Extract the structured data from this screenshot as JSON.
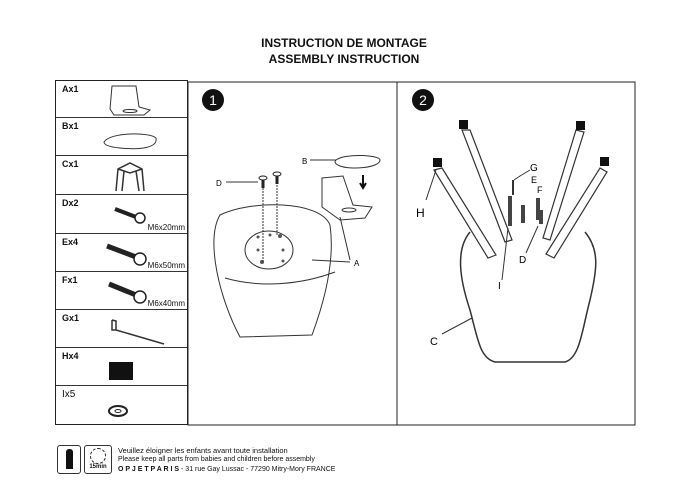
{
  "header": {
    "title_fr": "INSTRUCTION DE MONTAGE",
    "title_en": "ASSEMBLY INSTRUCTION"
  },
  "parts": [
    {
      "label": "Ax1",
      "size": ""
    },
    {
      "label": "Bx1",
      "size": ""
    },
    {
      "label": "Cx1",
      "size": ""
    },
    {
      "label": "Dx2",
      "size": "M6x20mm"
    },
    {
      "label": "Ex4",
      "size": "M6x50mm"
    },
    {
      "label": "Fx1",
      "size": "M6x40mm"
    },
    {
      "label": "Gx1",
      "size": ""
    },
    {
      "label": "Hx4",
      "size": ""
    },
    {
      "label": "Ix5",
      "size": ""
    }
  ],
  "step1": {
    "number": "1",
    "labels": {
      "a": "A",
      "b": "B",
      "d": "D"
    }
  },
  "step2": {
    "number": "2",
    "labels": {
      "c": "C",
      "d": "D",
      "e": "E",
      "f": "F",
      "g": "G",
      "h": "H",
      "i": "I"
    }
  },
  "footer": {
    "time": "15min",
    "line_fr": "Veuillez éloigner les enfants avant toute installation",
    "line_en": "Please keep all parts from babies and children before assembly",
    "brand": "O P J E T  P A R I S",
    "address": " - 31 rue Gay Lussac - 77290 Mitry-Mory FRANCE"
  }
}
